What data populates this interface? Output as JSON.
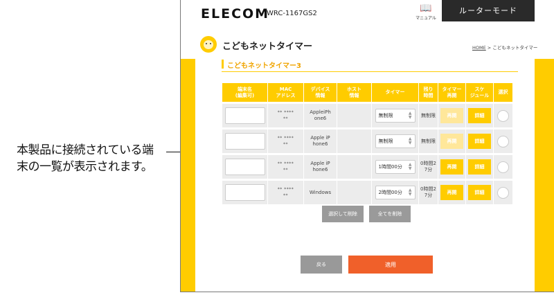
{
  "annotation": {
    "text": "本製品に接続されている端末の一覧が表示されます。"
  },
  "header": {
    "brand": "ELECOM",
    "model": "WRC-1167GS2",
    "manual_label": "マニュアル",
    "mode_button": "ルーターモード"
  },
  "page": {
    "title": "こどもネットタイマー",
    "breadcrumb_home": "HOME",
    "breadcrumb_rest": " > こどもネットタイマー"
  },
  "section": {
    "title": "こどもネットタイマー3"
  },
  "table": {
    "headers": [
      "端末名\n(編集可)",
      "MAC\nアドレス",
      "デバイス\n情報",
      "ホスト\n情報",
      "タイマー",
      "残り\n時間",
      "タイマー\n再開",
      "スケ\nジュール",
      "選択"
    ],
    "rows": [
      {
        "mac": "** ****\n**",
        "device": "AppleiPh\none6",
        "host": "",
        "timer": "無制限",
        "remaining": "無制限",
        "resume": "再開",
        "schedule": "詳細",
        "resume_enabled": false
      },
      {
        "mac": "** ****\n**",
        "device": "Apple iP\nhone6",
        "host": "",
        "timer": "無制限",
        "remaining": "無制限",
        "resume": "再開",
        "schedule": "詳細",
        "resume_enabled": false
      },
      {
        "mac": "** ****\n**",
        "device": "Apple iP\nhone6",
        "host": "",
        "timer": "1時間00分",
        "remaining": "0時間2\n7分",
        "resume": "再開",
        "schedule": "詳細",
        "resume_enabled": true
      },
      {
        "mac": "** ****\n**",
        "device": "Windows",
        "host": "",
        "timer": "2時間00分",
        "remaining": "0時間2\n7分",
        "resume": "再開",
        "schedule": "詳細",
        "resume_enabled": true
      }
    ]
  },
  "actions": {
    "delete_selected": "選択して削除",
    "delete_all": "全てを削除",
    "back": "戻る",
    "apply": "適用"
  },
  "colors": {
    "accent": "#ffcc00",
    "apply": "#f0602a",
    "dark": "#2a2a2a"
  }
}
